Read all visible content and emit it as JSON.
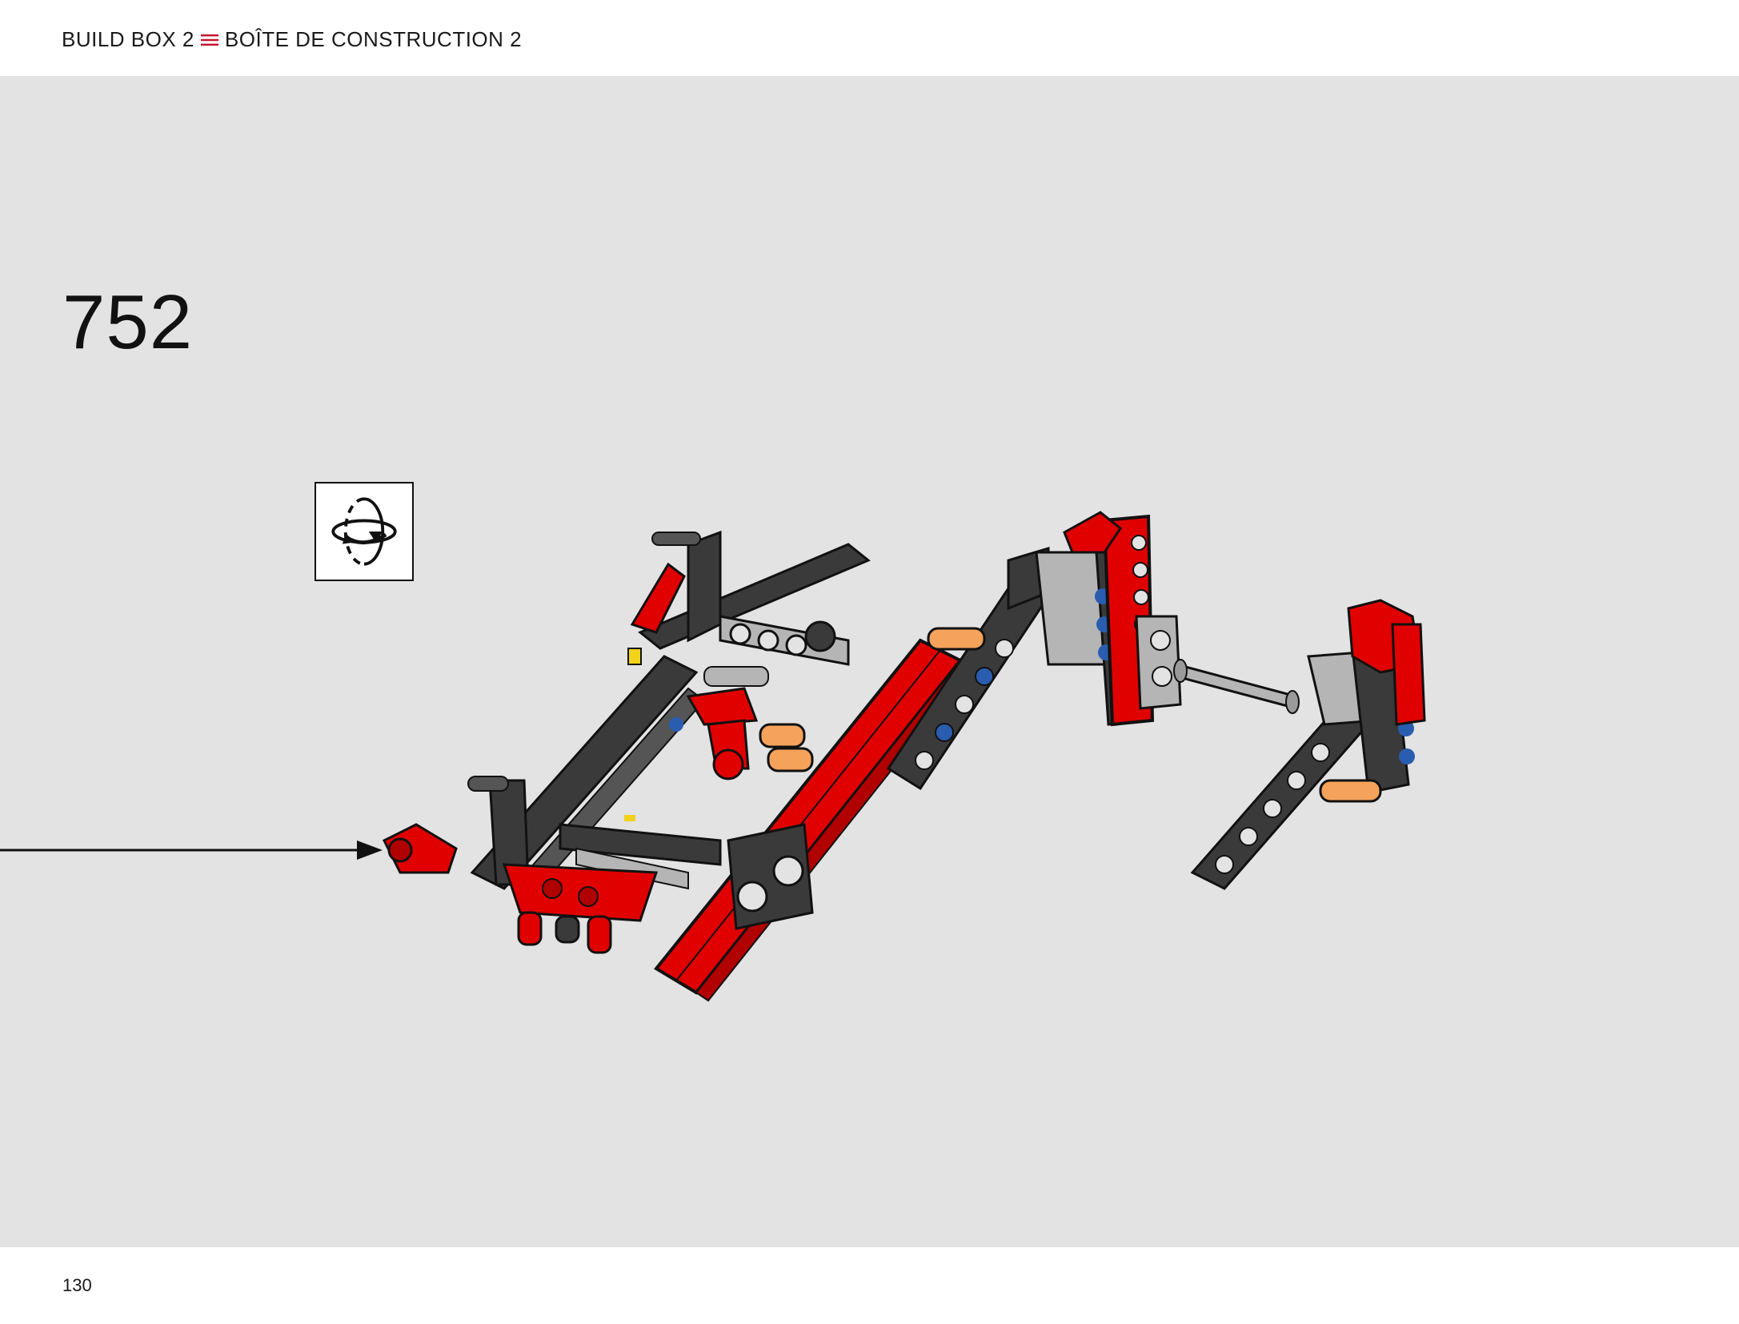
{
  "header": {
    "title_en": "BUILD BOX 2",
    "title_fr": "BOÎTE DE CONSTRUCTION 2",
    "separator_icon": "triple-bar-icon",
    "separator_color": "#c8102e"
  },
  "step": {
    "number": "752"
  },
  "rotate_indicator": {
    "icon": "rotate-model-icon"
  },
  "illustration": {
    "icon": "lego-technic-chassis-assembly",
    "colors": {
      "red": "#e00000",
      "dark_gray": "#3a3a3a",
      "light_gray": "#b5b5b5",
      "orange": "#f5a25a",
      "blue": "#2a5db0",
      "yellow": "#f2d21b"
    }
  },
  "footer": {
    "page_number": "130"
  }
}
